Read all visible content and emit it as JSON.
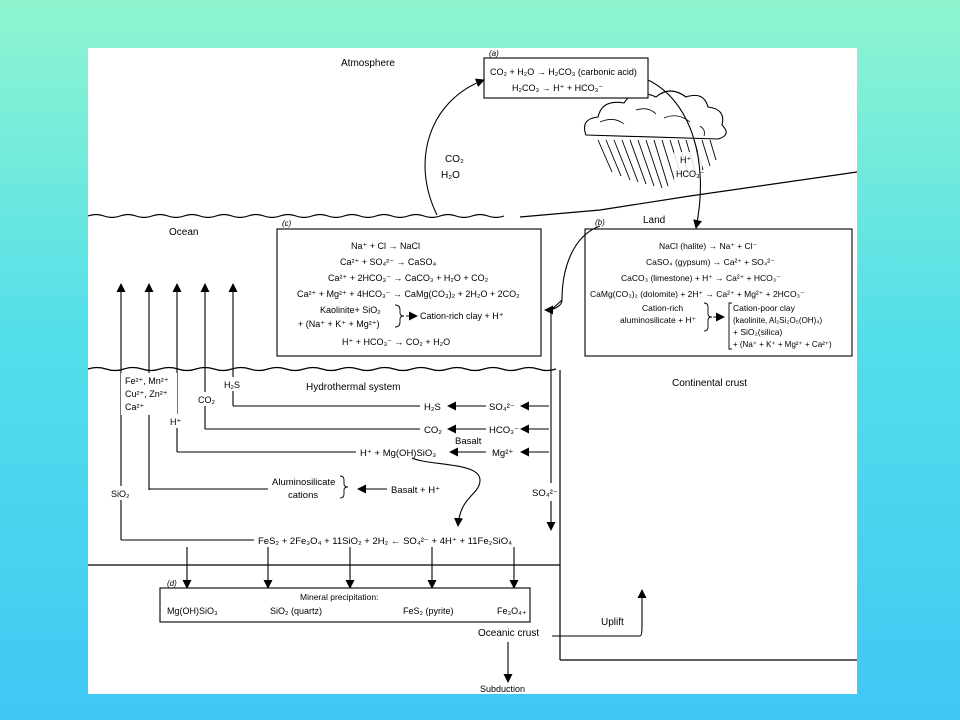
{
  "regions": {
    "atmosphere": "Atmosphere",
    "ocean": "Ocean",
    "land": "Land",
    "hydrothermal": "Hydrothermal system",
    "continental_crust": "Continental crust",
    "oceanic_crust": "Oceanic crust",
    "uplift": "Uplift",
    "subduction": "Subduction"
  },
  "box_a": {
    "tag": "(a)",
    "lines": [
      "CO₂ + H₂O → H₂CO₃ (carbonic acid)",
      "H₂CO₃ → H⁺ + HCO₃⁻"
    ]
  },
  "rain": {
    "h": "H⁺",
    "hco3": "HCO₃⁻"
  },
  "flux": {
    "co2": "CO₂",
    "h2o": "H₂O"
  },
  "box_c": {
    "tag": "(c)",
    "lines": [
      "Na⁺ + Cl → NaCl",
      "Ca²⁺ + SO₄²⁻ → CaSO₄",
      "Ca²⁺ + 2HCO₃⁻ → CaCO₃ + H₂O + CO₂",
      "Ca²⁺ + Mg²⁺ + 4HCO₃⁻ → CaMg(CO₃)₂ + 2H₂O + 2CO₂",
      "Kaolinite+ SiO₂",
      "+ (Na⁺ + K⁺ + Mg²⁺)",
      "Cation-rich clay + H⁺",
      "H⁺ + HCO₃⁻ → CO₂ + H₂O"
    ]
  },
  "box_b": {
    "tag": "(b)",
    "lines": [
      "NaCl (halite) → Na⁺ + Cl⁻",
      "CaSO₄ (gypsum) → Ca²⁺ + SO₄²⁻",
      "CaCO₃ (limestone) + H⁺ → Ca²⁺ + HCO₃⁻",
      "CaMg(CO₃)₂ (dolomite) + 2H⁺ → Ca²⁺ + Mg²⁺ + 2HCO₃⁻",
      "Cation-rich",
      "aluminosilicate + H⁺",
      "Cation-poor clay",
      "(kaolinite, Al₂Si₂O₅(OH)₄)",
      "+ SiO₂(silica)",
      "+ (Na⁺ + K⁺ + Mg²⁺ + Ca²⁺)"
    ]
  },
  "hydro": {
    "metals1": "Fe²⁺, Mn²⁺",
    "metals2": "Cu²⁺, Zn²⁺",
    "metals3": "Ca²⁺",
    "h_plus": "H⁺",
    "co2_up": "CO₂",
    "h2s_up": "H₂S",
    "sio2": "SiO₂",
    "h2s": "H₂S",
    "so4": "SO₄²⁻",
    "co2": "CO₂",
    "hco3": "HCO₃⁻",
    "basalt": "Basalt",
    "mg_reaction": "H⁺ + Mg(OH)SiO₃",
    "mg": "Mg²⁺",
    "alumino1": "Aluminosilicate",
    "alumino2": "cations",
    "basalt_h": "Basalt + H⁺",
    "so4_side": "SO₄²⁻",
    "main_reaction": "FeS₂ + 2Fe₃O₄ + 11SiO₂ + 2H₂ ← SO₄²⁻ + 4H⁺ + 11Fe₂SiO₄"
  },
  "box_d": {
    "tag": "(d)",
    "title": "Mineral precipitation:",
    "items": [
      "Mg(OH)SiO₃",
      "SiO₂ (quartz)",
      "FeS₂ (pyrite)",
      "Fe₃O₄₊"
    ]
  }
}
